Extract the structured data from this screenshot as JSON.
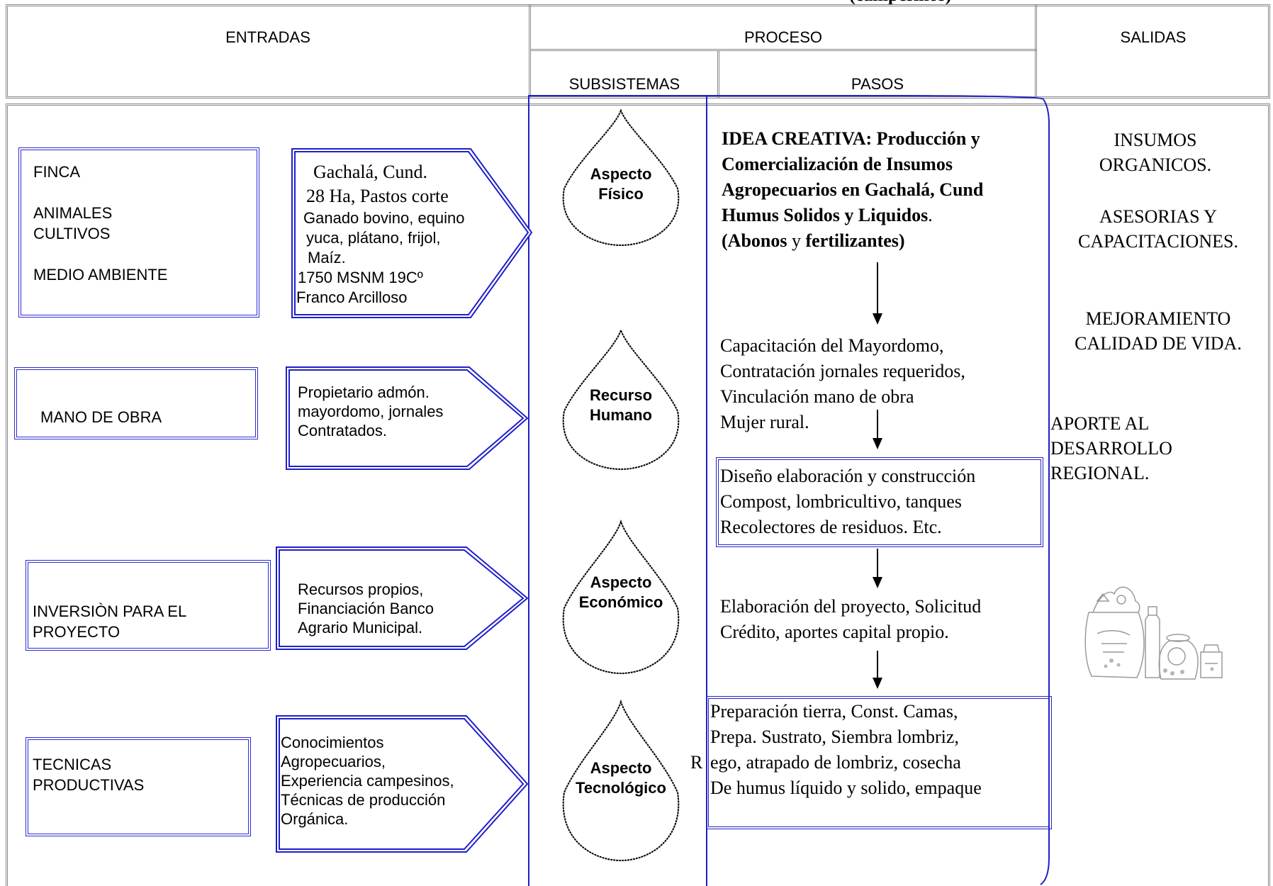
{
  "top_title_fragment": "(campesinos)",
  "header": {
    "entradas": "ENTRADAS",
    "proceso": "PROCESO",
    "salidas": "SALIDAS",
    "subsistemas": "SUBSISTEMAS",
    "pasos": "PASOS"
  },
  "inputs": [
    {
      "label": "FINCA\n\nANIMALES\nCULTIVOS\n\nMEDIO AMBIENTE",
      "detail_lines": [
        "Gachalá, Cund.",
        "28 Ha, Pastos corte",
        "Ganado bovino, equino",
        "yuca, plátano, frijol,",
        "Maíz.",
        "1750 MSNM 19Cº",
        "Franco Arcilloso"
      ]
    },
    {
      "label": "MANO DE OBRA",
      "detail": "  Propietario admón.\nmayordomo, jornales\nContratados."
    },
    {
      "label": "INVERSIÒN PARA EL\nPROYECTO",
      "detail": "Recursos propios,\nFinanciación Banco\nAgrario Municipal."
    },
    {
      "label": "TECNICAS\nPRODUCTIVAS",
      "detail": " Conocimientos\nAgropecuarios,\nExperiencia campesinos,\nTécnicas de producción\n Orgánica."
    }
  ],
  "subsystems": [
    {
      "label": "Aspecto\nFísico"
    },
    {
      "label": "Recurso\nHumano"
    },
    {
      "label": "Aspecto\nEconómico"
    },
    {
      "label": "Aspecto\nTecnológico"
    }
  ],
  "steps": {
    "idea": {
      "lines": [
        "IDEA CREATIVA: Producción y",
        "Comercialización de Insumos",
        "Agropecuarios en Gachalá, Cund",
        " Humus Solidos y Liquidos"
      ],
      "line4_suffix": ".",
      "line5_open": "(",
      "line5_bold1": "Abonos",
      "line5_mid": " y ",
      "line5_bold2": "fertilizantes",
      "line5_close": ")"
    },
    "human": [
      "Capacitación del Mayordomo,",
      " Contratación jornales requeridos,",
      " Vinculación mano de obra",
      " Mujer rural."
    ],
    "design": [
      "Diseño elaboración y construcción",
      "Compost, lombricultivo, tanques",
      "Recolectores de residuos. Etc."
    ],
    "economic": [
      "Elaboración del proyecto, Solicitud",
      "Crédito, aportes capital propio."
    ],
    "tech_prefix": "R",
    "tech": [
      "Preparación tierra, Const. Camas,",
      "Prepa. Sustrato, Siembra lombriz,",
      "ego, atrapado de lombriz, cosecha",
      " De humus líquido y solido, empaque"
    ]
  },
  "outputs": [
    "INSUMOS\nORGANICOS.",
    "ASESORIAS Y\nCAPACITACIONES.",
    "MEJORAMIENTO\nCALIDAD DE VIDA.",
    "APORTE AL\nDESARROLLO\nREGIONAL."
  ],
  "colors": {
    "frame": "#1f1fc9",
    "border_gray": "#8a8a8a",
    "text": "#000000"
  }
}
